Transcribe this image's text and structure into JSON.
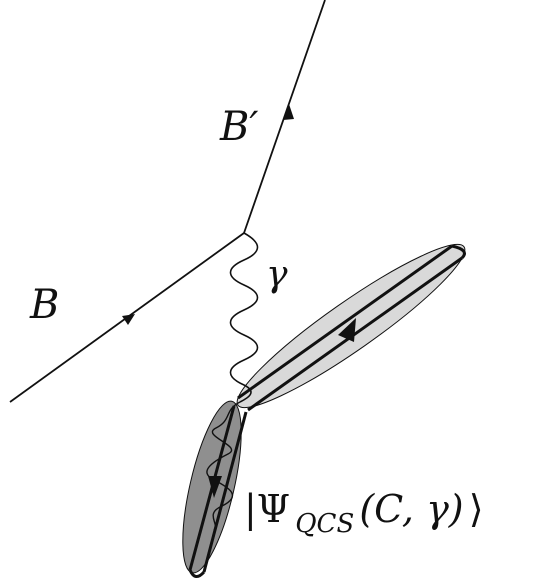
{
  "labels": {
    "incoming": "B",
    "outgoing": "B′",
    "photon": "γ",
    "state_open": "|Ψ",
    "state_sub": "QCS",
    "state_args": "(C, γ)",
    "state_close": "⟩"
  },
  "colors": {
    "line": "#111111",
    "light_blob": "#d9d9d9",
    "dark_blob": "#8f8f8f"
  }
}
